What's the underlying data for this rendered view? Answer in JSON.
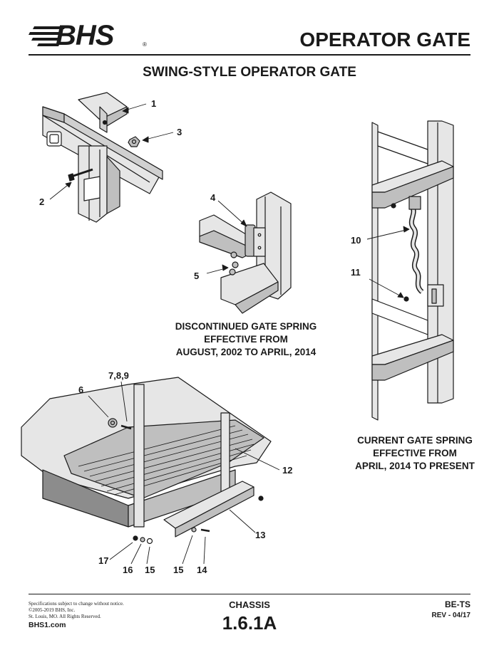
{
  "header": {
    "brand": "BHS",
    "registered_mark": "®",
    "page_title": "OPERATOR GATE"
  },
  "subtitle": "SWING-STYLE OPERATOR GATE",
  "callouts": {
    "c1": "1",
    "c2": "2",
    "c3": "3",
    "c4": "4",
    "c5": "5",
    "c6": "6",
    "c789": "7,8,9",
    "c10": "10",
    "c11": "11",
    "c12": "12",
    "c13": "13",
    "c14": "14",
    "c15a": "15",
    "c15b": "15",
    "c16": "16",
    "c17": "17"
  },
  "notes": {
    "discontinued": [
      "DISCONTINUED GATE SPRING",
      "EFFECTIVE FROM",
      "AUGUST, 2002 TO APRIL, 2014"
    ],
    "current": [
      "CURRENT GATE SPRING",
      "EFFECTIVE FROM",
      "APRIL, 2014 TO PRESENT"
    ]
  },
  "footer": {
    "fine_print": [
      "Specifications subject to change without notice.",
      "©2005-2019 BHS, Inc.",
      "St. Louis, MO.  All Rights Reserved."
    ],
    "website": "BHS1.com",
    "section": "CHASSIS",
    "section_number": "1.6.1A",
    "doc_id": "BE-TS",
    "revision": "REV - 04/17"
  },
  "colors": {
    "ink": "#1a1a1a",
    "fill_light": "#e6e6e6",
    "fill_mid": "#bfbfbf",
    "fill_dark": "#8c8c8c"
  }
}
